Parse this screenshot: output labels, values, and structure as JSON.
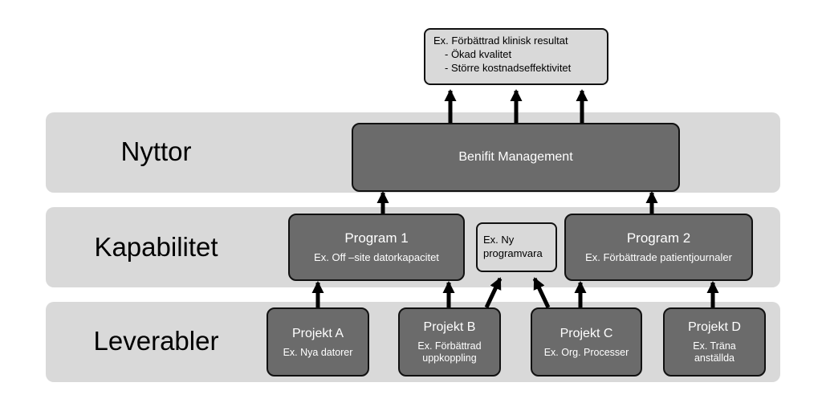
{
  "layers": {
    "nyttor": "Nyttor",
    "kapabilitet": "Kapabilitet",
    "leverabler": "Leverabler"
  },
  "outcome": {
    "title": "Ex. Förbättrad klinisk resultat",
    "items": [
      "- Ökad kvalitet",
      "- Större kostnadseffektivitet"
    ]
  },
  "benefit": {
    "title": "Benifit Management"
  },
  "program1": {
    "title": "Program 1",
    "subtitle": "Ex. Off –site datorkapacitet"
  },
  "program2": {
    "title": "Program 2",
    "subtitle": "Ex. Förbättrade patientjournaler"
  },
  "software": {
    "line1": "Ex. Ny",
    "line2": "programvara"
  },
  "projects": [
    {
      "title": "Projekt A",
      "subtitle": "Ex. Nya datorer"
    },
    {
      "title": "Projekt B",
      "subtitle": "Ex. Förbättrad uppkoppling"
    },
    {
      "title": "Projekt C",
      "subtitle": "Ex. Org. Processer"
    },
    {
      "title": "Projekt D",
      "subtitle": "Ex. Träna anställda"
    }
  ],
  "colors": {
    "band": "#d9d9d9",
    "box": "#6b6b6b",
    "arrow": "#000000"
  }
}
